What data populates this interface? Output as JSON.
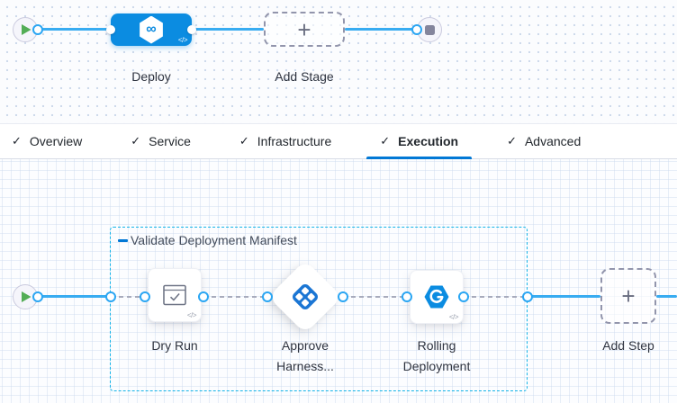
{
  "icons": {
    "check_glyph": "✓",
    "plus_glyph": "+",
    "code_glyph": "</>",
    "infinity_glyph": "∞"
  },
  "stage_flow": {
    "deploy": {
      "label": "Deploy"
    },
    "add_stage": {
      "label": "Add Stage"
    }
  },
  "tabs": {
    "items": [
      {
        "label": "Overview",
        "checked": true,
        "active": false
      },
      {
        "label": "Service",
        "checked": true,
        "active": false
      },
      {
        "label": "Infrastructure",
        "checked": true,
        "active": false
      },
      {
        "label": "Execution",
        "checked": true,
        "active": true
      },
      {
        "label": "Advanced",
        "checked": true,
        "active": false
      }
    ]
  },
  "execution_flow": {
    "group": {
      "label": "Validate Deployment Manifest"
    },
    "steps": {
      "dry_run": {
        "label": "Dry Run"
      },
      "approve": {
        "label_line1": "Approve",
        "label_line2": "Harness..."
      },
      "rolling": {
        "label_line1": "Rolling",
        "label_line2": "Deployment"
      }
    },
    "add_step": {
      "label": "Add Step"
    }
  },
  "colors": {
    "accent_blue": "#0278d5",
    "node_blue": "#0b8ce1",
    "connector_blue": "#38acf1",
    "connector_gray": "#a8abbc",
    "group_border_cyan": "#14b4e8",
    "play_green": "#53ad56",
    "stop_gray": "#84859c"
  }
}
